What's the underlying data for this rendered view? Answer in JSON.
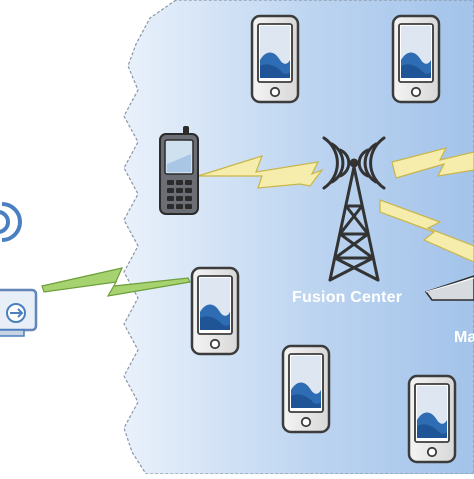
{
  "labels": {
    "fusion_center": "Fusion Center",
    "partial_label": "Ma"
  },
  "nodes": [
    {
      "kind": "smartphone",
      "name": "smartphone-top-left"
    },
    {
      "kind": "smartphone",
      "name": "smartphone-top-right"
    },
    {
      "kind": "feature-phone",
      "name": "feature-phone-left"
    },
    {
      "kind": "smartphone",
      "name": "smartphone-middle-left"
    },
    {
      "kind": "smartphone",
      "name": "smartphone-bottom-center"
    },
    {
      "kind": "smartphone",
      "name": "smartphone-bottom-right"
    },
    {
      "kind": "tower",
      "name": "fusion-center-tower"
    },
    {
      "kind": "laptop",
      "name": "laptop-partial"
    },
    {
      "kind": "external-device",
      "name": "external-monitor-device"
    }
  ],
  "colors": {
    "region_fill_dark": "#a9c9ec",
    "region_fill_light": "#e9f1fb",
    "region_border": "#8a95a5",
    "lightning_yellow": "#f6ecab",
    "lightning_green": "#a6d36f",
    "screen_blue": "#2f6fb4",
    "tower_dark": "#3a3a3a",
    "device_blue": "#4a7fc0"
  }
}
